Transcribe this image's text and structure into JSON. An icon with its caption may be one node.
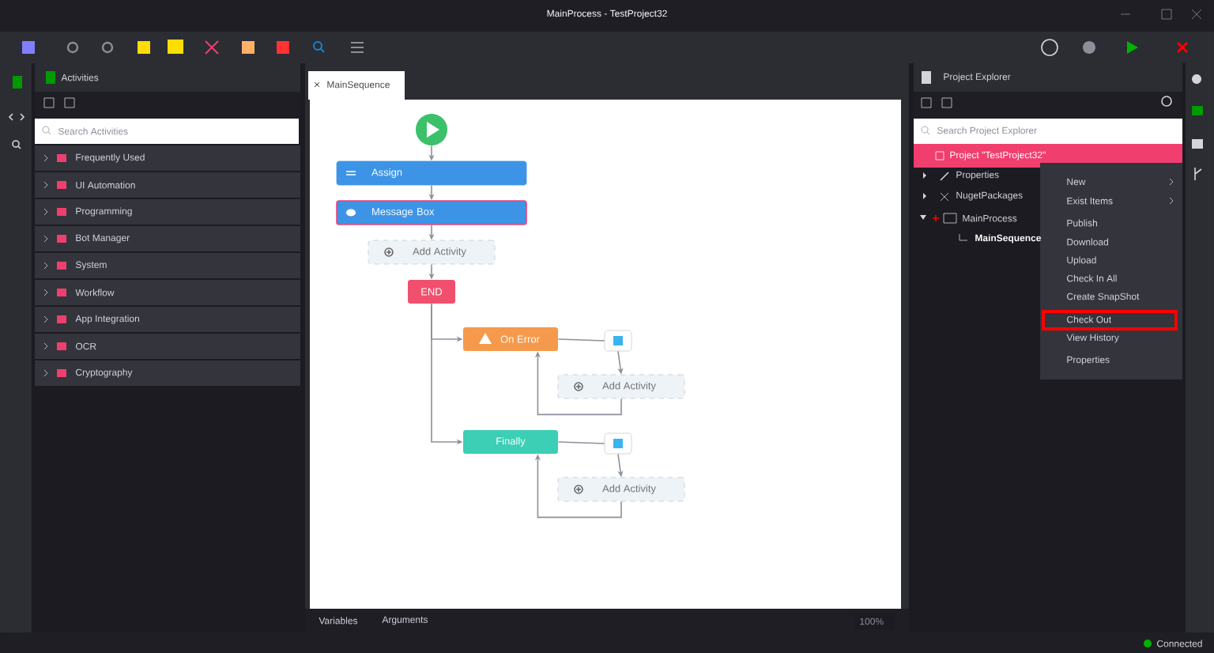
{
  "diagram": {
    "nodes": [
      {
        "text": [],
        "shape": "circle"
      },
      {
        "text": [
          "Assign"
        ]
      },
      {
        "text": [
          "Message Box"
        ]
      },
      {
        "text": [
          "Add Activity"
        ]
      },
      {
        "text": [
          "END"
        ]
      },
      {
        "text": [
          "On Error"
        ]
      },
      {
        "text": [],
        "shape": "box"
      },
      {
        "text": [
          "Add Activity"
        ]
      },
      {
        "text": [
          "Finally"
        ]
      },
      {
        "text": [],
        "shape": "box"
      },
      {
        "text": [
          "Add Activity"
        ]
      }
    ],
    "edges": [
      {
        "from": 0,
        "to": 1,
        "arrow": "to"
      },
      {
        "from": 1,
        "to": 2,
        "arrow": "to"
      },
      {
        "from": 2,
        "to": 3,
        "arrow": "to"
      },
      {
        "from": 3,
        "to": 4,
        "arrow": "to"
      },
      {
        "from": 4,
        "to": 5,
        "arrow": "to"
      },
      {
        "from": 4,
        "to": 8,
        "arrow": "to"
      },
      {
        "from": 5,
        "to": 6,
        "arrow": "none"
      },
      {
        "from": 6,
        "to": 7,
        "arrow": "to"
      },
      {
        "from": 7,
        "to": 5,
        "arrow": "to"
      },
      {
        "from": 8,
        "to": 9,
        "arrow": "none"
      },
      {
        "from": 9,
        "to": 10,
        "arrow": "to"
      },
      {
        "from": 10,
        "to": 8,
        "arrow": "to"
      }
    ],
    "labels": [
      "MainProcess - TestProject32",
      "Activities",
      "Search Activities",
      "Frequently Used",
      "UI Automation",
      "Programming",
      "Bot Manager",
      "System",
      "Workflow",
      "App Integration",
      "OCR",
      "Cryptography",
      "MainSequence",
      "Project Explorer",
      "Search Project Explorer",
      "Project \"TestProject32\"",
      "Properties",
      "NugetPackages",
      "MainProcess",
      "MainSequence",
      "New",
      "Exist Items",
      "Publish",
      "Download",
      "Upload",
      "Check In All",
      "Create SnapShot",
      "Check Out",
      "View History",
      "Properties",
      "Variables",
      "Arguments",
      "100%",
      "Connected"
    ]
  }
}
